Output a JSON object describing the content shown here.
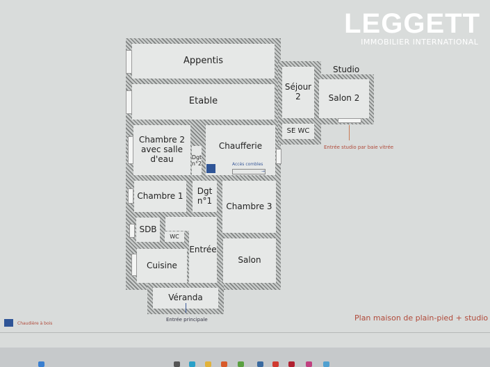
{
  "logo": {
    "brand": "LEGGETT",
    "subtitle": "IMMOBILIER INTERNATIONAL"
  },
  "plan": {
    "title": "Plan maison de plain-pied + studio",
    "studio_label": "Studio",
    "rooms": {
      "appentis": "Appentis",
      "etable": "Etable",
      "sejour2": "Séjour 2",
      "salon2": "Salon 2",
      "sewc": "SE WC",
      "chambre2": "Chambre 2 avec salle d'eau",
      "dgt2": "Dgt n°2",
      "chaufferie": "Chaufferie",
      "chambre1": "Chambre 1",
      "dgt1": "Dgt n°1",
      "chambre3": "Chambre 3",
      "sdb": "SDB",
      "wc": "WC",
      "cuisine": "Cuisine",
      "entree": "Entrée",
      "salon": "Salon",
      "veranda": "Véranda"
    },
    "acces_combles": "Accès combles",
    "entree_studio": "Entrée studio par baie vitrée",
    "entree_principale": "Entrée principale",
    "legend": {
      "label": "Chaudière à bois",
      "color": "#2f5597"
    }
  },
  "colors": {
    "accent_red": "#b04a3a",
    "boiler": "#2f5597"
  }
}
